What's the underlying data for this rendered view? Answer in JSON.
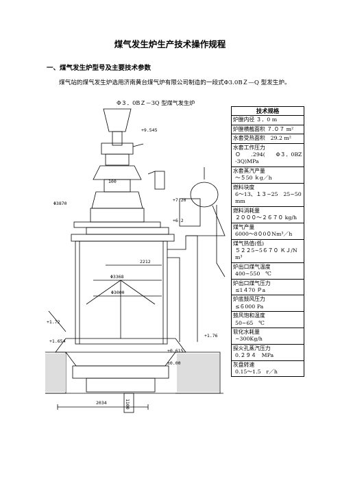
{
  "doc": {
    "title": "煤气发生炉生产技术操作规程",
    "section1": "一、煤气发生炉型号及主要技术参数",
    "intro": "煤气站的煤气发生炉选用济南黄台煤气炉有限公司制造的一段式Φ3.0BＺ—Q 型发生炉。",
    "caption": "Φ３．0BＺ－3Q 型煤气发生炉"
  },
  "figure": {
    "dims": [
      "+9.545",
      "100",
      "Φ3870",
      "+7.20",
      "+6.2",
      "2212",
      "Φ3368",
      "Φ3000",
      "+1.76",
      "+1.654",
      "+1.72",
      "+0.615",
      "±0.00",
      "1100",
      "2034"
    ]
  },
  "specs": {
    "header": "技术规格",
    "rows": [
      {
        "label": "炉膛内径 ３．0 m",
        "value": ""
      },
      {
        "label": "炉膛横截面积 ７.０７ m²",
        "value": ""
      },
      {
        "label": "水套受热面积　29.2 m²",
        "value": ""
      },
      {
        "label": "水套工作压力",
        "value": "Ｏ　　.294(　　Φ３．0BZ-3Q)MPa"
      },
      {
        "label": "水套蒸汽产量",
        "value": "～５50 ｋg／h"
      },
      {
        "label": "燃料块度",
        "value": "6～13、１３~25　25~50　mm"
      },
      {
        "label": "燃料消耗量",
        "value": "２０００～２６７０ kg/h"
      },
      {
        "label": "煤气产量",
        "value": "6000～8０0０Nm³／h"
      },
      {
        "label": "煤气热值(低)",
        "value": "５２２5~5６７０ ＫＪ/Nm³"
      },
      {
        "label": "炉出口煤气温度",
        "value": "400~550　℃"
      },
      {
        "label": "炉出口煤气压力",
        "value": "≤1４70 Ｐa"
      },
      {
        "label": "炉底鼓风压力",
        "value": "≤６000 Pa"
      },
      {
        "label": "鼓风饱和温度",
        "value": "50~65　℃"
      },
      {
        "label": "软化水耗量",
        "value": "~300Kg/h"
      },
      {
        "label": "探火孔蒸汽压力",
        "value": "0.２９４　MPa"
      },
      {
        "label": "灰盘转速",
        "value": "0.15～1.5　r／h"
      }
    ]
  }
}
